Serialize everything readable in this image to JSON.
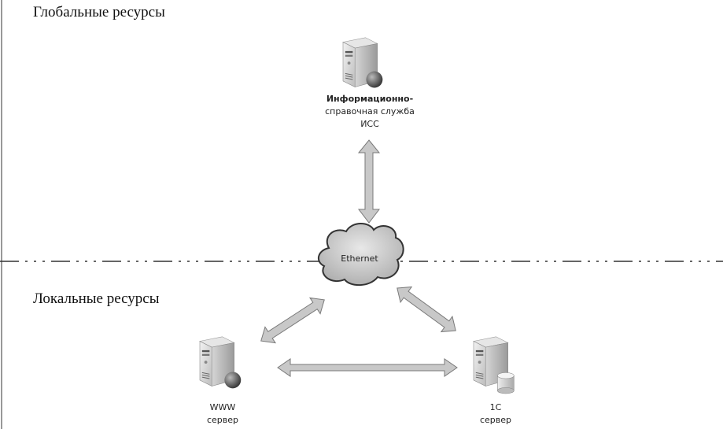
{
  "regions": {
    "global": {
      "title": "Глобальные ресурсы"
    },
    "local": {
      "title": "Локальные ресурсы"
    }
  },
  "nodes": {
    "iss": {
      "icon": "web-server-icon",
      "lines": [
        "Информационно-",
        "справочная служба",
        "ИСС"
      ]
    },
    "network": {
      "icon": "cloud-icon",
      "label": "Ethernet"
    },
    "www": {
      "icon": "web-server-icon",
      "lines": [
        "WWW",
        "сервер"
      ]
    },
    "onec": {
      "icon": "database-server-icon",
      "lines": [
        "1С",
        "сервер"
      ]
    }
  },
  "connections": [
    {
      "from": "iss",
      "to": "network",
      "type": "bidirectional"
    },
    {
      "from": "network",
      "to": "www",
      "type": "bidirectional"
    },
    {
      "from": "network",
      "to": "onec",
      "type": "bidirectional"
    },
    {
      "from": "www",
      "to": "onec",
      "type": "bidirectional"
    }
  ],
  "colors": {
    "arrow_fill": "#c8c8c8",
    "arrow_stroke": "#7a7a7a",
    "divider": "#333333"
  }
}
